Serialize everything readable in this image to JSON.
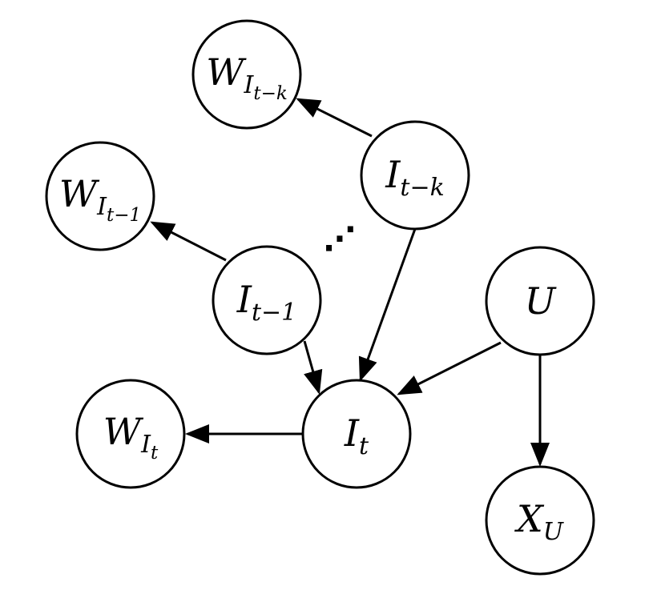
{
  "nodes": {
    "w_it_k": {
      "main": "W",
      "sub": "I",
      "subsub": "t−k"
    },
    "w_it_1": {
      "main": "W",
      "sub": "I",
      "subsub": "t−1"
    },
    "w_it": {
      "main": "W",
      "sub": "I",
      "subsub": "t"
    },
    "i_t_k": {
      "main": "I",
      "sub": "t−k"
    },
    "i_t_1": {
      "main": "I",
      "sub": "t−1"
    },
    "i_t": {
      "main": "I",
      "sub": "t"
    },
    "u": {
      "main": "U"
    },
    "x_u": {
      "main": "X",
      "sub": "U"
    }
  },
  "ellipsis": "⋰",
  "colors": {
    "stroke": "#000000",
    "fill": "#ffffff"
  }
}
